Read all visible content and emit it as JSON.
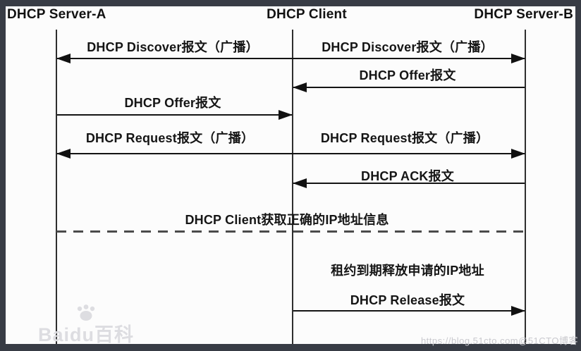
{
  "diagram": {
    "actors": {
      "server_a": "DHCP Server-A",
      "client": "DHCP Client",
      "server_b": "DHCP Server-B"
    },
    "messages": {
      "discover_left": "DHCP Discover报文（广播）",
      "discover_right": "DHCP Discover报文（广播）",
      "offer_from_b": "DHCP Offer报文",
      "offer_from_a": "DHCP Offer报文",
      "request_left": "DHCP Request报文（广播）",
      "request_right": "DHCP Request报文（广播）",
      "ack": "DHCP ACK报文",
      "note_ip_acquired": "DHCP Client获取正确的IP地址信息",
      "note_lease_expired": "租约到期释放申请的IP地址",
      "release": "DHCP Release报文"
    },
    "watermarks": {
      "bottom_left": "Baidu百科",
      "bottom_right": "https://blog.51cto.com@51CTO博客"
    },
    "colors": {
      "frame": "#383c45",
      "panel": "#fcfcfc",
      "line": "#141414",
      "dashed": "#4b4b4b",
      "watermark": "#d9d9dd"
    }
  }
}
